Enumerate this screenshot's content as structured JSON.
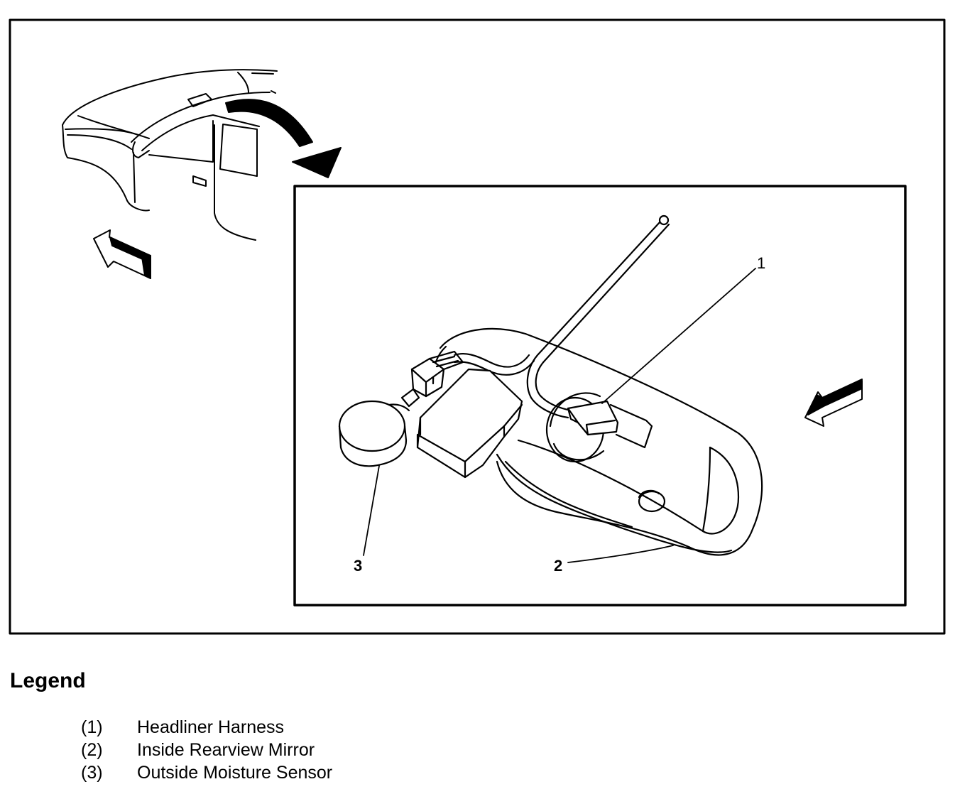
{
  "callouts": {
    "c1": "1",
    "c2": "2",
    "c3": "3"
  },
  "legend": {
    "title": "Legend",
    "items": [
      {
        "num": "(1)",
        "label": "Headliner Harness"
      },
      {
        "num": "(2)",
        "label": "Inside Rearview Mirror"
      },
      {
        "num": "(3)",
        "label": "Outside Moisture Sensor"
      }
    ]
  }
}
